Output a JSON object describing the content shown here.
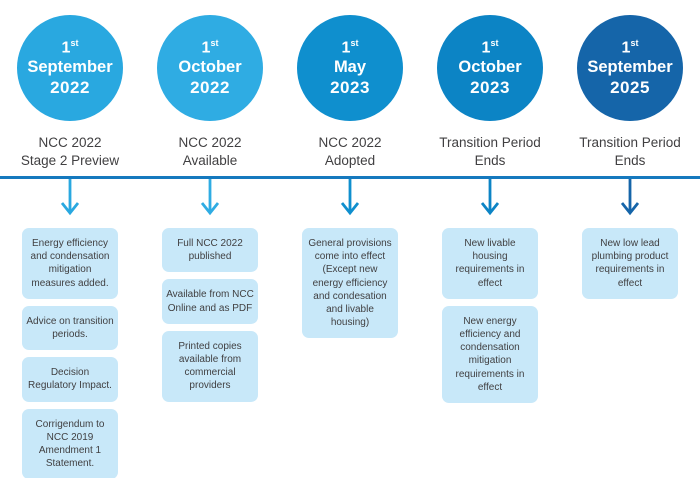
{
  "diagram": {
    "title_hint": "NCC 2022 adoption timeline",
    "line_color": "#1579BE",
    "box_bg": "#C8E8F9",
    "text_color": "#414042",
    "milestones": [
      {
        "day": "1",
        "ordinal": "st",
        "month": "September",
        "year": "2022",
        "color": "#29A8E0",
        "label_line1": "NCC 2022",
        "label_line2": "Stage 2 Preview",
        "boxes": [
          "Energy efficiency and condensation mitigation measures added.",
          "Advice on transition periods.",
          "Decision Regulatory Impact.",
          "Corrigendum to NCC 2019 Amendment 1 Statement."
        ]
      },
      {
        "day": "1",
        "ordinal": "st",
        "month": "October",
        "year": "2022",
        "color": "#2FACE3",
        "label_line1": "NCC 2022",
        "label_line2": "Available",
        "boxes": [
          "Full NCC 2022 published",
          "Available from NCC Online and as PDF",
          "Printed copies available from commercial providers"
        ]
      },
      {
        "day": "1",
        "ordinal": "st",
        "month": "May",
        "year": "2023",
        "color": "#0F8FCE",
        "label_line1": "NCC 2022",
        "label_line2": "Adopted",
        "boxes": [
          "General provisions come into effect (Except new energy efficiency and condesation and livable housing)"
        ]
      },
      {
        "day": "1",
        "ordinal": "st",
        "month": "October",
        "year": "2023",
        "color": "#0C84C5",
        "label_line1": "Transition Period",
        "label_line2": "Ends",
        "boxes": [
          "New livable housing requirements in effect",
          "New energy efficiency and condensation mitigation requirements in effect"
        ]
      },
      {
        "day": "1",
        "ordinal": "st",
        "month": "September",
        "year": "2025",
        "color": "#1565A9",
        "label_line1": "Transition Period",
        "label_line2": "Ends",
        "boxes": [
          "New low lead plumbing product requirements in effect"
        ]
      }
    ]
  }
}
